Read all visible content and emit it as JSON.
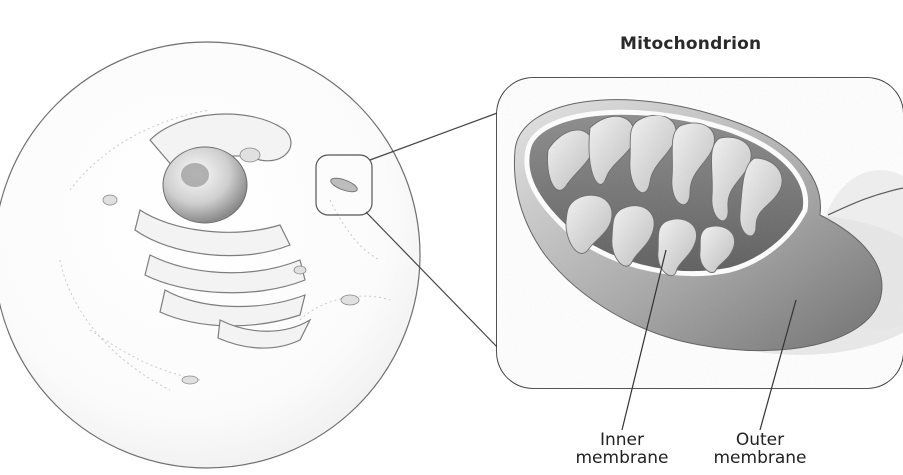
{
  "title": "Mitochondrion",
  "labels": {
    "inner": {
      "line1": "Inner",
      "line2": "membrane"
    },
    "outer": {
      "line1": "Outer",
      "line2": "membrane"
    }
  },
  "icons": [
    "cell-illustration",
    "mitochondrion-illustration"
  ]
}
